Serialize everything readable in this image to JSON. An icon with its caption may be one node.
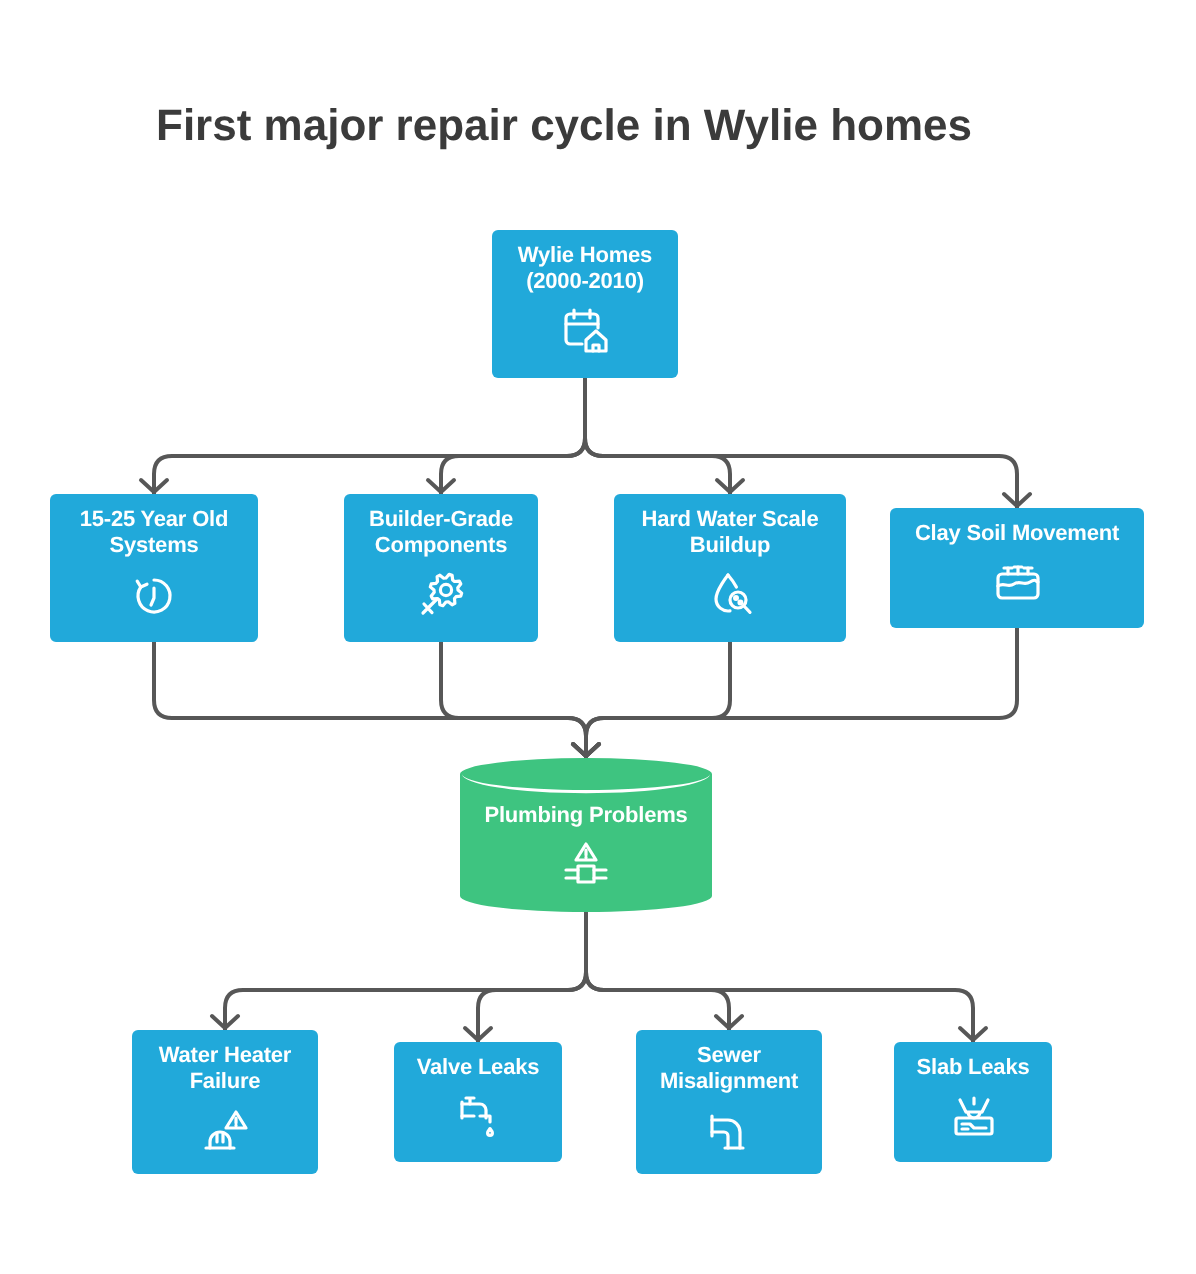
{
  "diagram": {
    "title": "First major repair cycle in Wylie homes",
    "nodes": [
      {
        "text": [
          "Wylie Homes (2000-2010)"
        ]
      },
      {
        "text": [
          "15-25 Year Old Systems"
        ]
      },
      {
        "text": [
          "Builder-Grade Components"
        ]
      },
      {
        "text": [
          "Hard Water Scale Buildup"
        ]
      },
      {
        "text": [
          "Clay Soil Movement"
        ]
      },
      {
        "text": [
          "Plumbing Problems"
        ]
      },
      {
        "text": [
          "Water Heater Failure"
        ]
      },
      {
        "text": [
          "Valve Leaks"
        ]
      },
      {
        "text": [
          "Sewer Misalignment"
        ]
      },
      {
        "text": [
          "Slab Leaks"
        ]
      }
    ],
    "edges": [
      {
        "from": 0,
        "to": 1,
        "arrow": "to"
      },
      {
        "from": 0,
        "to": 2,
        "arrow": "to"
      },
      {
        "from": 0,
        "to": 3,
        "arrow": "to"
      },
      {
        "from": 0,
        "to": 4,
        "arrow": "to"
      },
      {
        "from": 1,
        "to": 5,
        "arrow": "to"
      },
      {
        "from": 2,
        "to": 5,
        "arrow": "to"
      },
      {
        "from": 3,
        "to": 5,
        "arrow": "to"
      },
      {
        "from": 4,
        "to": 5,
        "arrow": "to"
      },
      {
        "from": 5,
        "to": 6,
        "arrow": "to"
      },
      {
        "from": 5,
        "to": 7,
        "arrow": "to"
      },
      {
        "from": 5,
        "to": 8,
        "arrow": "to"
      },
      {
        "from": 5,
        "to": 9,
        "arrow": "to"
      }
    ]
  }
}
